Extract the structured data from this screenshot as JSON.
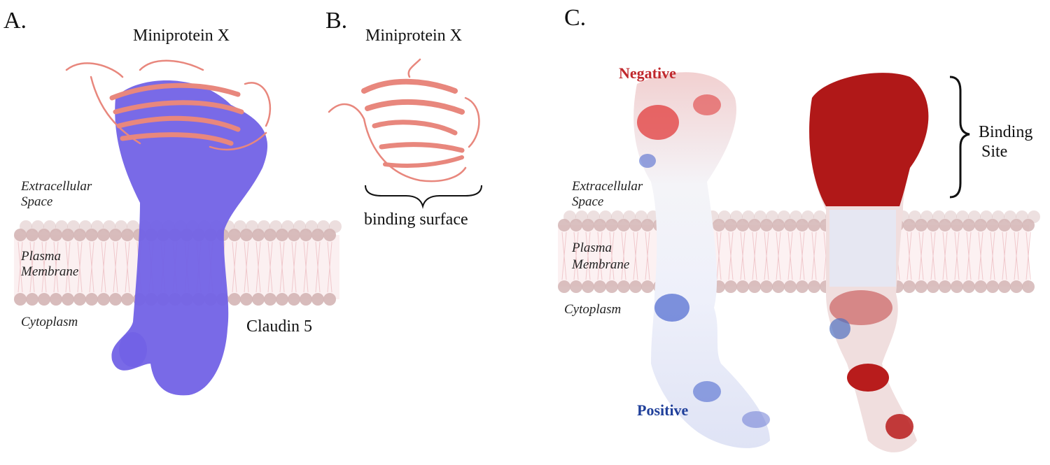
{
  "panels": {
    "a": {
      "label": "A.",
      "title": "Miniprotein X",
      "protein_label": "Claudin 5",
      "regions": {
        "extracellular_1": "Extracellular",
        "extracellular_2": "Space",
        "membrane_1": "Plasma",
        "membrane_2": "Membrane",
        "cytoplasm": "Cytoplasm"
      }
    },
    "b": {
      "label": "B.",
      "title": "Miniprotein X",
      "annotation": "binding surface"
    },
    "c": {
      "label": "C.",
      "negative_label": "Negative",
      "positive_label": "Positive",
      "binding_site_1": "Binding",
      "binding_site_2": "Site",
      "regions": {
        "extracellular_1": "Extracellular",
        "extracellular_2": "Space",
        "membrane_1": "Plasma",
        "membrane_2": "Membrane",
        "cytoplasm": "Cytoplasm"
      }
    }
  },
  "colors": {
    "claudin": "#7262e6",
    "miniprotein": "#e8877d",
    "lipid_head": "#d4b5b5",
    "negative": "#b81c1c",
    "positive": "#2a48b8"
  }
}
